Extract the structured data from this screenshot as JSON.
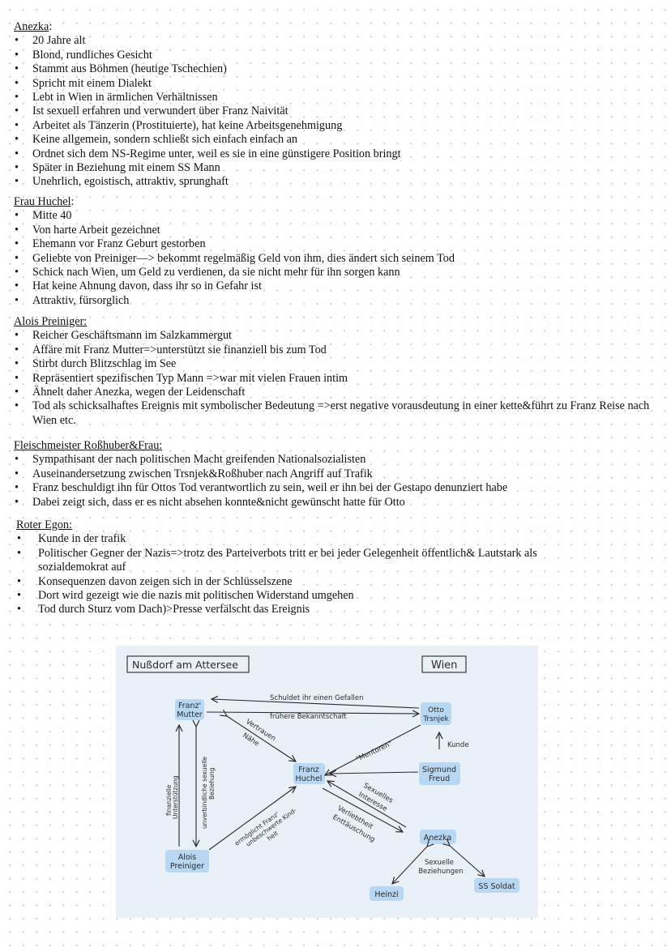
{
  "sections": [
    {
      "heading": "Anezka",
      "suffix": ":",
      "items": [
        "20 Jahre alt",
        "Blond, rundliches Gesicht",
        "Stammt aus Böhmen (heutige Tschechien)",
        "Spricht mit einem Dialekt",
        "Lebt in Wien in ärmlichen Verhältnissen",
        "Ist sexuell erfahren und verwundert über Franz Naivität",
        "Arbeitet als Tänzerin (Prostituierte), hat keine Arbeitsgenehmigung",
        "Keine allgemein, sondern schließt sich einfach einfach an",
        "Ordnet sich dem NS-Regime unter, weil es sie in eine günstigere Position bringt",
        "Später in Beziehung mit einem SS Mann",
        "Unehrlich, egoistisch, attraktiv, sprunghaft"
      ]
    },
    {
      "heading": "Frau Huchel",
      "suffix": ":",
      "items": [
        "Mitte 40",
        "Von harte Arbeit gezeichnet",
        "Ehemann vor Franz Geburt gestorben",
        "Geliebte von Preiniger—> bekommt regelmäßig Geld von ihm, dies ändert sich seinem Tod",
        "Schick nach Wien, um Geld zu verdienen, da sie nicht mehr für ihn sorgen kann",
        "Hat keine Ahnung davon, dass ihr so in Gefahr ist",
        "Attraktiv, fürsorglich"
      ]
    },
    {
      "heading": "Alois Preiniger:",
      "suffix": "",
      "items": [
        "Reicher Geschäftsmann im Salzkammergut",
        "Affäre mit Franz Mutter=>unterstützt sie finanziell bis zum Tod",
        "Stirbt durch Blitzschlag im See",
        "Repräsentiert spezifischen Typ Mann =>war mit vielen Frauen intim",
        "Ähnelt daher Anezka, wegen der Leidenschaft",
        "Tod als schicksalhaftes Ereignis mit symbolischer Bedeutung =>erst negative vorausdeutung in einer kette&führt zu Franz Reise nach Wien etc."
      ]
    },
    {
      "heading": "Fleischmeister Roßhuber&Frau:",
      "suffix": "",
      "items": [
        "Sympathisant der nach politischen Macht greifenden Nationalsozialisten",
        "Auseinandersetzung zwischen Trsnjek&Roßhuber nach Angriff auf Trafik",
        "Franz beschuldigt ihn für Ottos Tod verantwortlich zu sein, weil er ihn bei der Gestapo denunziert habe",
        "Dabei zeigt sich, dass er es nicht absehen konnte&nicht gewünscht hatte für Otto"
      ]
    },
    {
      "heading": "Roter Egon:",
      "suffix": "",
      "items": [
        "Kunde in der trafik",
        "Politischer Gegner der Nazis=>trotz des Parteiverbots tritt er bei jeder Gelegenheit öffentlich& Lautstark als sozialdemokrat auf",
        "Konsequenzen davon zeigen sich in der Schlüsselszene",
        "Dort wird gezeigt wie die nazis mit politischen Widerstand umgehen",
        "Tod durch Sturz vom Dach)>Presse verfälscht das Ereignis"
      ]
    }
  ],
  "diagram": {
    "place_left": "Nußdorf am Attersee",
    "place_right": "Wien",
    "nodes": {
      "mutter": [
        "Franz'",
        "Mutter"
      ],
      "otto": [
        "Otto",
        "Trsnjek"
      ],
      "franz": [
        "Franz",
        "Huchel"
      ],
      "freud": [
        "Sigmund",
        "Freud"
      ],
      "alois": [
        "Alois",
        "Preiniger"
      ],
      "anezka": "Anezka",
      "heinzi": "Heinzi",
      "ss": "SS Soldat"
    },
    "edges": {
      "schuldet": "Schuldet ihr einen Gefallen",
      "bekanntschaft": "frühere Bekanntschaft",
      "vertrauen": "Vertrauen",
      "naehe": "Nähe",
      "mentoren": "\"Mentoren\"",
      "kunde": "Kunde",
      "sexuelles": "Sexuelles",
      "interesse": "Interesse",
      "verliebtheit": "Verliebtheit",
      "enttaeuschung": "Enttäuschung",
      "finanzielle": "finanzielle",
      "unterstuetzung": "Unterstützung",
      "unverbindlich": "unverbindliche sexuelle",
      "beziehung": "Beziehung",
      "ermoeglicht1": "ermöglicht Franz'",
      "ermoeglicht2": "unbeschwerte Kind-",
      "ermoeglicht3": "heit",
      "sexuelle": "Sexuelle",
      "beziehungen": "Beziehungen"
    },
    "colors": {
      "background": "#e9f0f8",
      "node_highlight": "#b8d7f2",
      "ink": "#2a2a2a"
    }
  }
}
